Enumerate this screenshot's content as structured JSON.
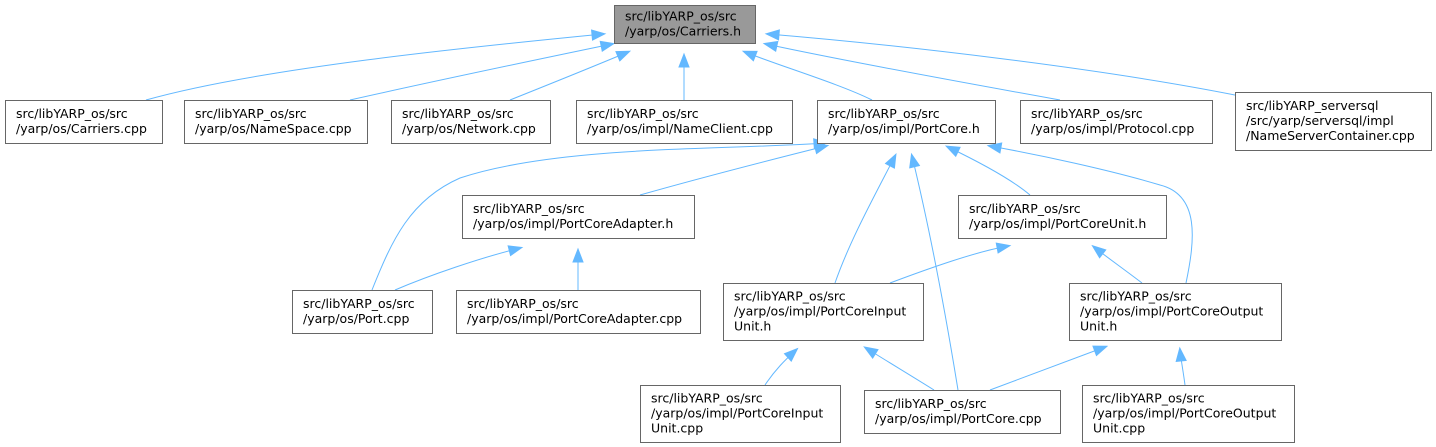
{
  "graph": {
    "nodes": [
      {
        "id": "carriers_h",
        "lines": [
          "src/libYARP_os/src",
          "/yarp/os/Carriers.h"
        ],
        "highlight": true
      },
      {
        "id": "carriers_cpp",
        "lines": [
          "src/libYARP_os/src",
          "/yarp/os/Carriers.cpp"
        ]
      },
      {
        "id": "namespace_cpp",
        "lines": [
          "src/libYARP_os/src",
          "/yarp/os/NameSpace.cpp"
        ]
      },
      {
        "id": "network_cpp",
        "lines": [
          "src/libYARP_os/src",
          "/yarp/os/Network.cpp"
        ]
      },
      {
        "id": "nameclient_cpp",
        "lines": [
          "src/libYARP_os/src",
          "/yarp/os/impl/NameClient.cpp"
        ]
      },
      {
        "id": "portcore_h",
        "lines": [
          "src/libYARP_os/src",
          "/yarp/os/impl/PortCore.h"
        ]
      },
      {
        "id": "protocol_cpp",
        "lines": [
          "src/libYARP_os/src",
          "/yarp/os/impl/Protocol.cpp"
        ]
      },
      {
        "id": "nameservercontainer_cpp",
        "lines": [
          "src/libYARP_serversql",
          "/src/yarp/serversql/impl",
          "/NameServerContainer.cpp"
        ]
      },
      {
        "id": "portcoreadapter_h",
        "lines": [
          "src/libYARP_os/src",
          "/yarp/os/impl/PortCoreAdapter.h"
        ]
      },
      {
        "id": "portcoreunit_h",
        "lines": [
          "src/libYARP_os/src",
          "/yarp/os/impl/PortCoreUnit.h"
        ]
      },
      {
        "id": "port_cpp",
        "lines": [
          "src/libYARP_os/src",
          "/yarp/os/Port.cpp"
        ]
      },
      {
        "id": "portcoreadapter_cpp",
        "lines": [
          "src/libYARP_os/src",
          "/yarp/os/impl/PortCoreAdapter.cpp"
        ]
      },
      {
        "id": "portcoreinputunit_h",
        "lines": [
          "src/libYARP_os/src",
          "/yarp/os/impl/PortCoreInput",
          "Unit.h"
        ]
      },
      {
        "id": "portcoreoutputunit_h",
        "lines": [
          "src/libYARP_os/src",
          "/yarp/os/impl/PortCoreOutput",
          "Unit.h"
        ]
      },
      {
        "id": "portcoreinputunit_cpp",
        "lines": [
          "src/libYARP_os/src",
          "/yarp/os/impl/PortCoreInput",
          "Unit.cpp"
        ]
      },
      {
        "id": "portcore_cpp",
        "lines": [
          "src/libYARP_os/src",
          "/yarp/os/impl/PortCore.cpp"
        ]
      },
      {
        "id": "portcoreoutputunit_cpp",
        "lines": [
          "src/libYARP_os/src",
          "/yarp/os/impl/PortCoreOutput",
          "Unit.cpp"
        ]
      }
    ],
    "edges": [
      {
        "from": "carriers_cpp",
        "to": "carriers_h"
      },
      {
        "from": "namespace_cpp",
        "to": "carriers_h"
      },
      {
        "from": "network_cpp",
        "to": "carriers_h"
      },
      {
        "from": "nameclient_cpp",
        "to": "carriers_h"
      },
      {
        "from": "portcore_h",
        "to": "carriers_h"
      },
      {
        "from": "protocol_cpp",
        "to": "carriers_h"
      },
      {
        "from": "nameservercontainer_cpp",
        "to": "carriers_h"
      },
      {
        "from": "port_cpp",
        "to": "portcore_h"
      },
      {
        "from": "portcoreadapter_h",
        "to": "portcore_h"
      },
      {
        "from": "portcoreinputunit_h",
        "to": "portcore_h"
      },
      {
        "from": "portcore_cpp",
        "to": "portcore_h"
      },
      {
        "from": "portcoreunit_h",
        "to": "portcore_h"
      },
      {
        "from": "portcoreoutputunit_h",
        "to": "portcore_h"
      },
      {
        "from": "port_cpp",
        "to": "portcoreadapter_h"
      },
      {
        "from": "portcoreadapter_cpp",
        "to": "portcoreadapter_h"
      },
      {
        "from": "portcoreinputunit_h",
        "to": "portcoreunit_h"
      },
      {
        "from": "portcoreoutputunit_h",
        "to": "portcoreunit_h"
      },
      {
        "from": "portcoreinputunit_cpp",
        "to": "portcoreinputunit_h"
      },
      {
        "from": "portcore_cpp",
        "to": "portcoreinputunit_h"
      },
      {
        "from": "portcore_cpp",
        "to": "portcoreoutputunit_h"
      },
      {
        "from": "portcoreoutputunit_cpp",
        "to": "portcoreoutputunit_h"
      }
    ]
  },
  "colors": {
    "edge": "#63b8ff",
    "node_border": "#666666",
    "root_fill": "#999999",
    "node_fill": "#ffffff"
  }
}
